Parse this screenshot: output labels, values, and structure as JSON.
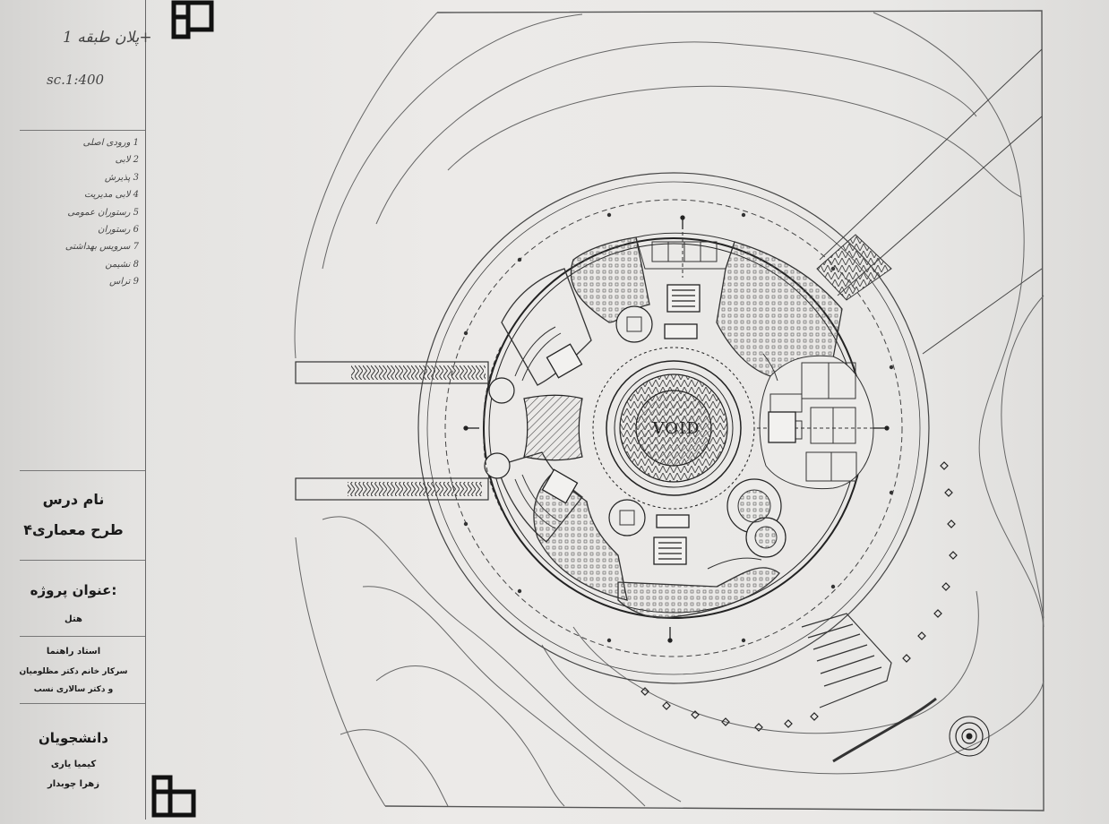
{
  "sheet": {
    "title": "پلان طبقه 1+",
    "scale": "sc.1:400",
    "void_label": "VOID"
  },
  "legend": [
    "1 ورودی اصلی",
    "2 لابی",
    "3 پذیرش",
    "4 لابی مدیریت",
    "5 رستوران عمومی",
    "6 رستوران",
    "7 سرویس بهداشتی",
    "8 نشیمن",
    "9 تراس"
  ],
  "titleblock": {
    "course_label": "نام درس",
    "course_name": "طرح معماری۴",
    "project_label": ":عنوان پروژه",
    "project_name": "هتل",
    "advisor_label": "استاد راهنما",
    "advisor_1": "سرکار خانم دکتر مظلومیان",
    "advisor_2": "و دکتر سالاری نسب",
    "students_label": "دانشجویان",
    "student_1": "کیمیا یاری",
    "student_2": "زهرا چوبدار"
  },
  "colors": {
    "paper": "#ebeae8",
    "ink": "#2b2b2b",
    "hatch": "#555555"
  }
}
